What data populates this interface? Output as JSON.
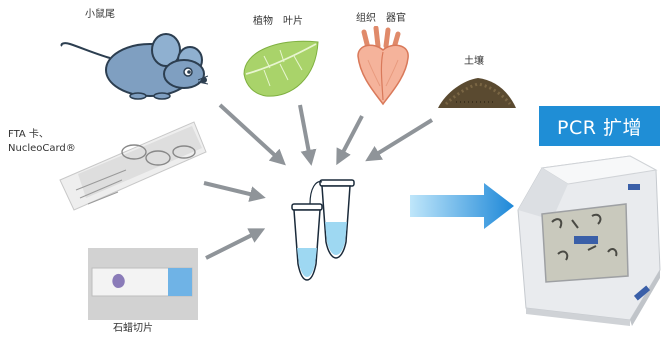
{
  "labels": {
    "mouse": "小鼠尾",
    "plant": "植物　叶片",
    "tissue": "组织　器官",
    "soil": "土壤",
    "fta": "FTA 卡、",
    "nucleocard": "NucleoCard®",
    "paraffin": "石蜡切片",
    "pcr": "PCR 扩增"
  },
  "colors": {
    "arrow_gray": "#8f9499",
    "arrow_blue": "#1e88d8",
    "pcr_box": "#1f8ed6",
    "mouse_body": "#7f9fc1",
    "leaf": "#a9d36a",
    "organ": "#f0a489",
    "soil": "#5a4a30",
    "tube_liquid": "#9ed8f2"
  },
  "icons": [
    "mouse-icon",
    "leaf-icon",
    "organ-icon",
    "soil-icon",
    "fta-card-icon",
    "paraffin-slide-icon",
    "tubes-icon",
    "pcr-machine-icon"
  ]
}
